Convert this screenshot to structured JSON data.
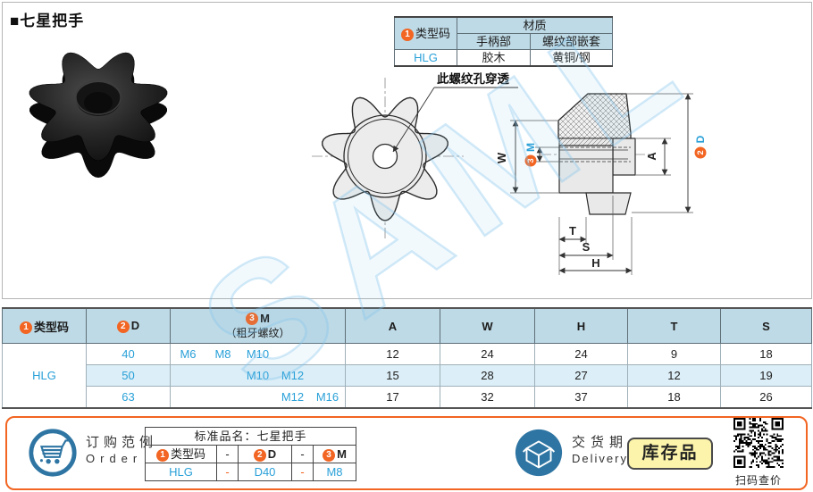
{
  "title": "■七星把手",
  "watermark": "SAML",
  "material_table": {
    "badge": "1",
    "type_code_label": "类型码",
    "material_label": "材质",
    "handle_label": "手柄部",
    "insert_label": "螺纹部嵌套",
    "type_code": "HLG",
    "handle_material": "胶木",
    "insert_material": "黄铜/钢"
  },
  "drawing": {
    "annotation": "此螺纹孔穿透",
    "w": "W",
    "m": "M",
    "m_badge": "3",
    "a": "A",
    "d": "D",
    "d_badge": "2",
    "t": "T",
    "s": "S",
    "h": "H"
  },
  "spec_table": {
    "type_badge": "1",
    "type_label": "类型码",
    "d_badge": "2",
    "d_label": "D",
    "m_badge": "3",
    "m_label": "M",
    "m_note": "（粗牙螺纹）",
    "a_label": "A",
    "w_label": "W",
    "h_label": "H",
    "t_label": "T",
    "s_label": "S",
    "type_code": "HLG",
    "rows": [
      {
        "d": "40",
        "m": [
          "M6",
          "M8",
          "M10",
          "",
          ""
        ],
        "a": "12",
        "w": "24",
        "h": "24",
        "t": "9",
        "s": "18"
      },
      {
        "d": "50",
        "m": [
          "",
          "",
          "M10",
          "M12",
          ""
        ],
        "a": "15",
        "w": "28",
        "h": "27",
        "t": "12",
        "s": "19"
      },
      {
        "d": "63",
        "m": [
          "",
          "",
          "",
          "M12",
          "M16"
        ],
        "a": "17",
        "w": "32",
        "h": "37",
        "t": "18",
        "s": "26"
      }
    ]
  },
  "order": {
    "title_zh": "订购范例",
    "title_en": "Order",
    "table_title": "标准品名：七星把手",
    "type_badge": "1",
    "type_label": "类型码",
    "d_badge": "2",
    "d_label": "D",
    "m_badge": "3",
    "m_label": "M",
    "dash": "-",
    "code": "HLG",
    "d_value": "D40",
    "m_value": "M8"
  },
  "delivery": {
    "title_zh": "交货期",
    "title_en": "Delivery",
    "stock_label": "库存品",
    "qr_caption": "扫码查价"
  },
  "colors": {
    "accent_orange": "#f26522",
    "link_blue": "#29a0d8",
    "header_blue": "#bedae6",
    "row_highlight": "#dceef7",
    "badge_yellow": "#fcf4ab",
    "icon_blue": "#2e75a3"
  }
}
